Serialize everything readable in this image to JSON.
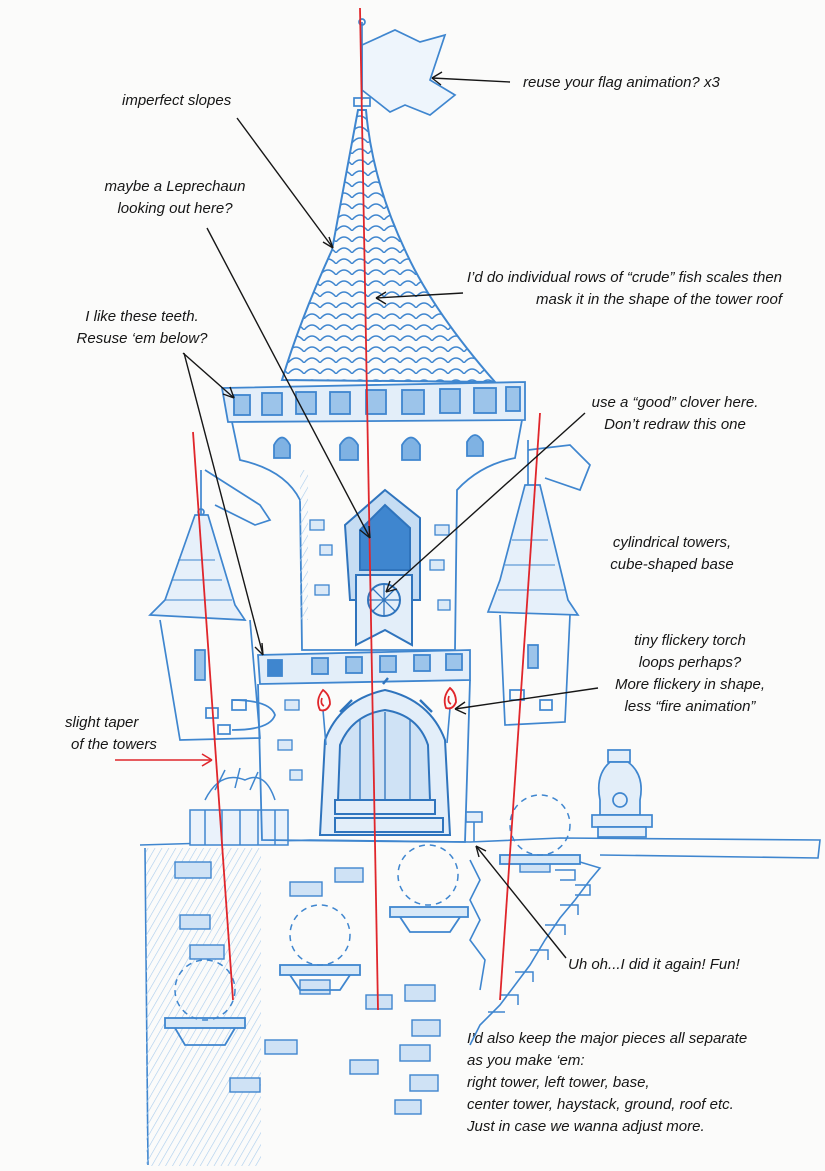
{
  "colors": {
    "paper": "#fbfbfa",
    "pencil": "#3f86cf",
    "pencil_light": "#a9ccec",
    "guide_line": "#e0262b",
    "ink": "#161616"
  },
  "notes": {
    "flag": "reuse your flag animation?  x3",
    "slopes": "imperfect slopes",
    "leprechaun": [
      "maybe a Leprechaun",
      "looking out here?"
    ],
    "fish_scales": [
      "I’d do individual rows of “crude” fish scales then",
      "mask it in the shape of the tower roof"
    ],
    "teeth": [
      "I like these teeth.",
      "Resuse ‘em below?"
    ],
    "clover": [
      "use a “good” clover here.",
      "Don’t redraw this one"
    ],
    "towers": [
      "cylindrical towers,",
      "cube-shaped base"
    ],
    "torch": [
      "tiny flickery torch",
      "loops perhaps?",
      "More flickery in shape,",
      "less “fire animation”"
    ],
    "taper": [
      "slight taper",
      "of the towers"
    ],
    "uh_oh": "Uh oh...I did it again!  Fun!",
    "separate": [
      "I’d also keep the major pieces all separate",
      "as you make ‘em:",
      "right tower, left tower, base,",
      "center tower, haystack, ground, roof etc.",
      "Just in case we wanna adjust more."
    ]
  }
}
